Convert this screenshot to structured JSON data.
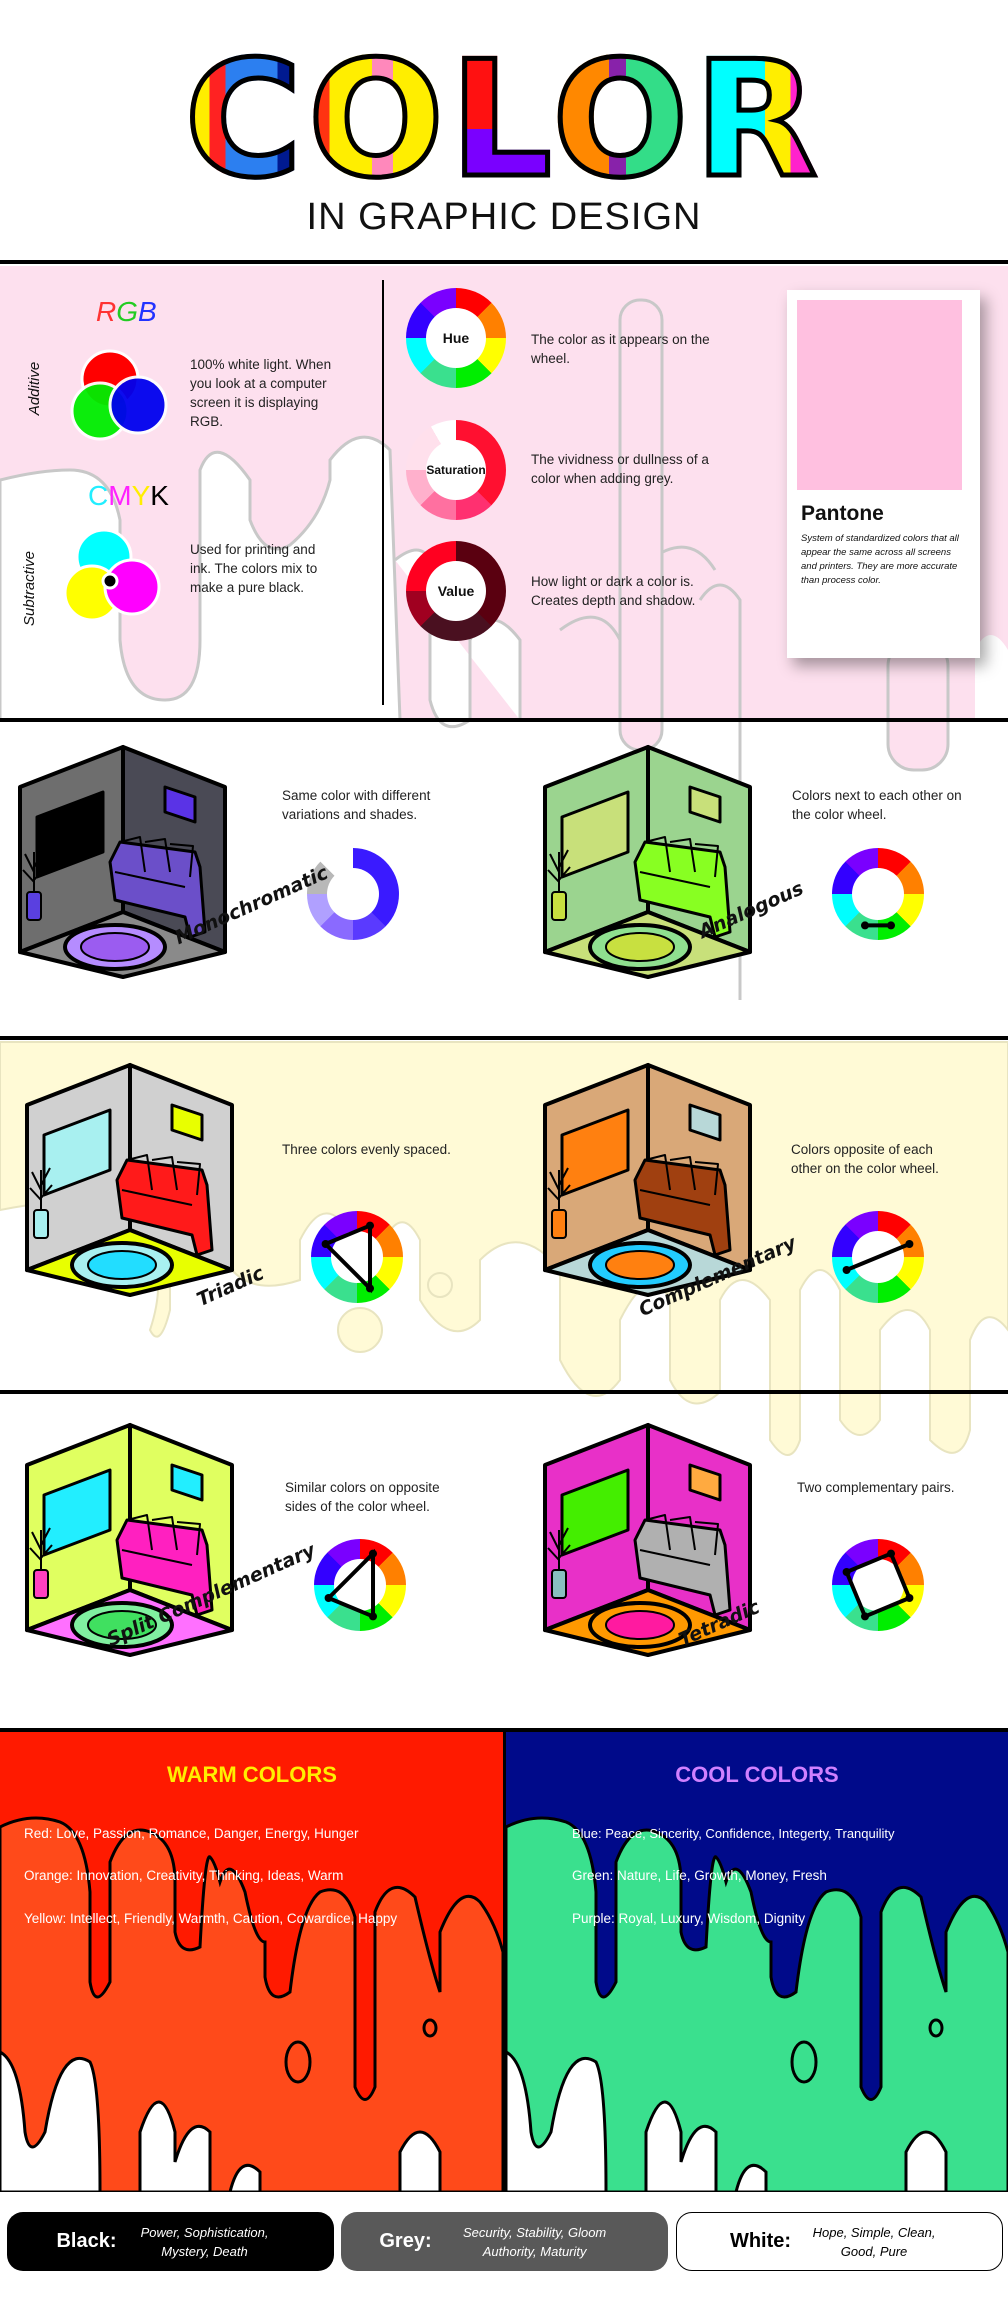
{
  "header": {
    "title_letters": [
      "C",
      "O",
      "L",
      "O",
      "R"
    ],
    "subtitle": "IN GRAPHIC DESIGN"
  },
  "models": {
    "rgb": {
      "label_letters": [
        "R",
        "G",
        "B"
      ],
      "side_label": "Additive",
      "description": "100% white light. When you look at a computer screen it is displaying RGB."
    },
    "cmyk": {
      "label_letters": [
        "C",
        "M",
        "Y",
        "K"
      ],
      "side_label": "Subtractive",
      "description": "Used for printing and ink. The colors mix to make a pure black."
    }
  },
  "properties": [
    {
      "name": "Hue",
      "description": "The color as it appears on the wheel."
    },
    {
      "name": "Saturation",
      "description": "The vividness or dullness of a color when adding grey."
    },
    {
      "name": "Value",
      "description": "How light or dark a color is. Creates depth and shadow."
    }
  ],
  "pantone": {
    "title": "Pantone",
    "description": "System of standardized colors that all appear the same across all screens and printers. They are more accurate than process color.",
    "swatch_color": "#ffc0e0"
  },
  "schemes": [
    {
      "name": "Monochromatic",
      "description": "Same color with different variations and shades.",
      "colors": {
        "wl": "#6e6e6e",
        "wr": "#4a4a55",
        "floor": "#8a8a8a",
        "f1": "#000000",
        "f2": "#5a33e6",
        "sofa": "#6b4fc9",
        "rug1": "#b58cff",
        "rug2": "#9b5cf0",
        "pot": "#5a40e0"
      }
    },
    {
      "name": "Analogous",
      "description": "Colors next to each other on the color wheel.",
      "colors": {
        "wl": "#9bd48f",
        "wr": "#9bd48f",
        "floor": "#c8e07a",
        "f1": "#c8e07a",
        "f2": "#c8e07a",
        "sofa": "#88ff22",
        "rug1": "#8fe08f",
        "rug2": "#c8e040",
        "pot": "#c8e040"
      },
      "points": [
        3,
        4
      ]
    },
    {
      "name": "Triadic",
      "description": "Three colors evenly spaced.",
      "colors": {
        "wl": "#d0d0d0",
        "wr": "#d0d0d0",
        "floor": "#e8ff00",
        "f1": "#a8f0f0",
        "f2": "#e8ff00",
        "sofa": "#ff1a1a",
        "rug1": "#a8f0f0",
        "rug2": "#22ddff",
        "pot": "#a8f0f0"
      },
      "points": [
        0,
        3,
        6
      ]
    },
    {
      "name": "Complementary",
      "description": "Colors opposite of each other on the color wheel.",
      "colors": {
        "wl": "#d9a878",
        "wr": "#d9a878",
        "floor": "#b8d8d8",
        "f1": "#ff8010",
        "f2": "#b8d8d8",
        "sofa": "#a04010",
        "rug1": "#22ccff",
        "rug2": "#ff8010",
        "pot": "#ff8010"
      },
      "points": [
        1,
        5
      ]
    },
    {
      "name": "Split Complementary",
      "description": "Similar colors on opposite sides of the color wheel.",
      "colors": {
        "wl": "#e0ff60",
        "wr": "#e0ff60",
        "floor": "#ff70ff",
        "f1": "#22eeff",
        "f2": "#22eeff",
        "sofa": "#ff20c0",
        "rug1": "#80f0a0",
        "rug2": "#40e060",
        "pot": "#ff40c0"
      },
      "points": [
        0,
        3,
        5
      ]
    },
    {
      "name": "Tetradic",
      "description": "Two complementary pairs.",
      "colors": {
        "wl": "#e830c8",
        "wr": "#e830c8",
        "floor": "#ff9900",
        "f1": "#44ee00",
        "f2": "#ffaa40",
        "sofa": "#b0b0b0",
        "rug1": "#ff9900",
        "rug2": "#ff1aa0",
        "pot": "#88c0c0"
      },
      "points": [
        0,
        2,
        4,
        6
      ]
    }
  ],
  "warm": {
    "title": "WARM COLORS",
    "bg": "#ff1a00",
    "drip": "#ff4a1a",
    "items": [
      "Red:  Love, Passion, Romance, Danger, Energy, Hunger",
      "Orange:  Innovation, Creativity, Thinking, Ideas, Warm",
      "Yellow:  Intellect, Friendly, Warmth, Caution, Cowardice, Happy"
    ]
  },
  "cool": {
    "title": "COOL COLORS",
    "bg": "#000a8a",
    "drip": "#3ae08e",
    "items": [
      "Blue:  Peace, Sincerity, Confidence, Integerty, Tranquility",
      "Green:  Nature, Life, Growth, Money, Fresh",
      "Purple:  Royal, Luxury, Wisdom, Dignity"
    ]
  },
  "neutrals": [
    {
      "name": "Black",
      "sep": ":",
      "words": "Power, Sophistication, Mystery, Death"
    },
    {
      "name": "Grey",
      "sep": ":",
      "words": "Security, Stability, Gloom Authority, Maturity"
    },
    {
      "name": "White",
      "sep": ":",
      "words": "Hope, Simple, Clean, Good, Pure"
    }
  ]
}
